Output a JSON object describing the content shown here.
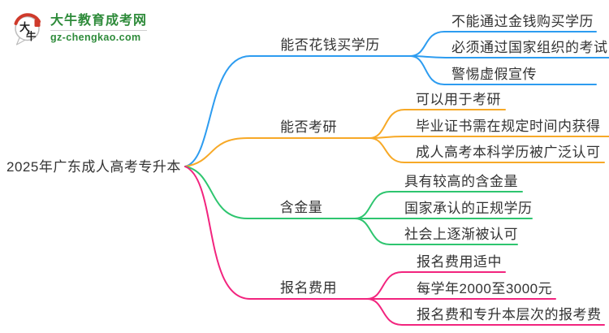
{
  "logo": {
    "char_top": "大",
    "char_bottom": "牛",
    "title": "大牛教育成考网",
    "domain": "gz-chengkao.com",
    "green": "#2e8b3a",
    "red": "#cf3a2b",
    "bubble_border": "#bdbdbd"
  },
  "colors": {
    "text": "#333333",
    "background": "#ffffff"
  },
  "mindmap": {
    "root": "2025年广东成人高考专升本",
    "branches": [
      {
        "label": "能否花钱买学历",
        "color": "#2d9cf0",
        "children": [
          "不能通过金钱购买学历",
          "必须通过国家组织的考试",
          "警惕虚假宣传"
        ]
      },
      {
        "label": "能否考研",
        "color": "#f7a927",
        "children": [
          "可以用于考研",
          "毕业证书需在规定时间内获得",
          "成人高考本科学历被广泛认可"
        ]
      },
      {
        "label": "含金量",
        "color": "#2ec56f",
        "children": [
          "具有较高的含金量",
          "国家承认的正规学历",
          "社会上逐渐被认可"
        ]
      },
      {
        "label": "报名费用",
        "color": "#f2247e",
        "children": [
          "报名费用适中",
          "每学年2000至3000元",
          "报名费和专升本层次的报考费"
        ]
      }
    ]
  }
}
